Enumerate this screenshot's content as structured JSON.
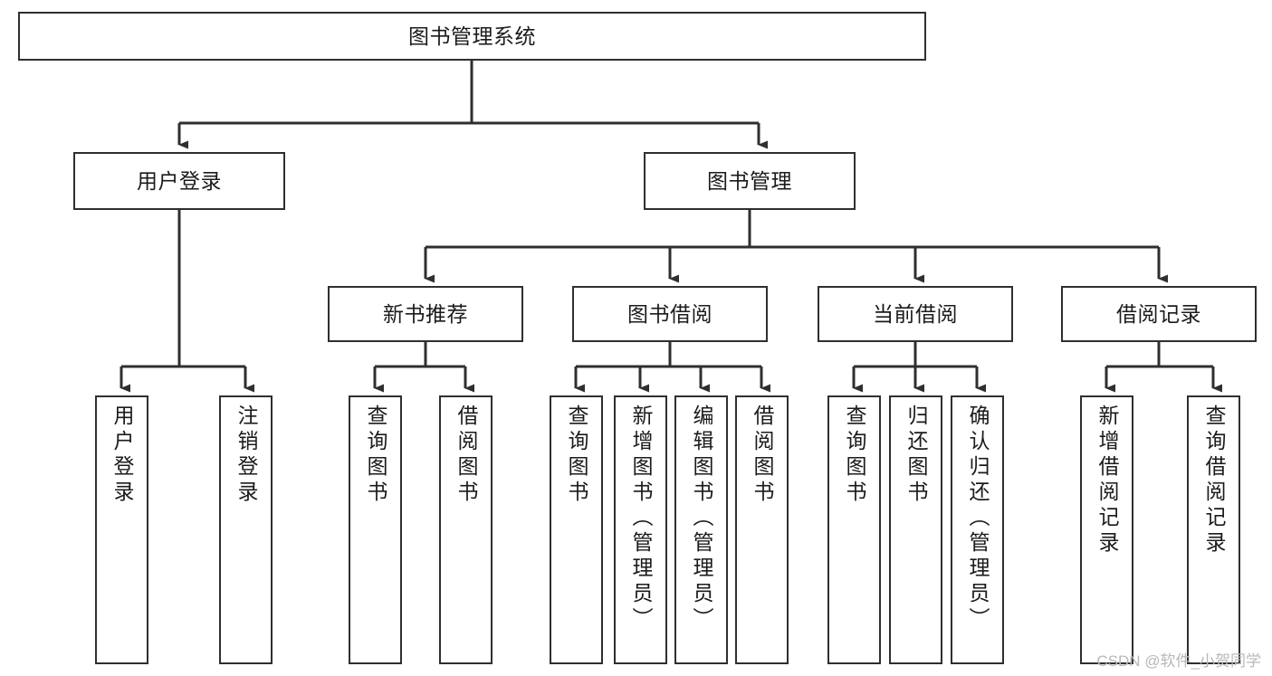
{
  "diagram": {
    "title_node": {
      "id": "root",
      "label": "图书管理系统"
    },
    "level2": [
      {
        "id": "user-login",
        "label": "用户登录"
      },
      {
        "id": "book-manage",
        "label": "图书管理"
      }
    ],
    "level3": [
      {
        "id": "new-book-recommend",
        "label": "新书推荐"
      },
      {
        "id": "book-borrow",
        "label": "图书借阅"
      },
      {
        "id": "current-borrow",
        "label": "当前借阅"
      },
      {
        "id": "borrow-record",
        "label": "借阅记录"
      }
    ],
    "leaves": [
      {
        "id": "leaf-user-login",
        "label": "用户登录",
        "parent": "user-login"
      },
      {
        "id": "leaf-logout-login",
        "label": "注销登录",
        "parent": "user-login"
      },
      {
        "id": "leaf-query-book-1",
        "label": "查询图书",
        "parent": "new-book-recommend"
      },
      {
        "id": "leaf-borrow-book-1",
        "label": "借阅图书",
        "parent": "new-book-recommend"
      },
      {
        "id": "leaf-query-book-2",
        "label": "查询图书",
        "parent": "book-borrow"
      },
      {
        "id": "leaf-add-book-admin",
        "label": "新增图书（管理员）",
        "parent": "book-borrow"
      },
      {
        "id": "leaf-edit-book-admin",
        "label": "编辑图书（管理员）",
        "parent": "book-borrow"
      },
      {
        "id": "leaf-borrow-book-2",
        "label": "借阅图书",
        "parent": "book-borrow"
      },
      {
        "id": "leaf-query-book-3",
        "label": "查询图书",
        "parent": "current-borrow"
      },
      {
        "id": "leaf-return-book",
        "label": "归还图书",
        "parent": "current-borrow"
      },
      {
        "id": "leaf-confirm-return-admin",
        "label": "确认归还（管理员）",
        "parent": "current-borrow"
      },
      {
        "id": "leaf-add-borrow-record",
        "label": "新增借阅记录",
        "parent": "borrow-record"
      },
      {
        "id": "leaf-query-borrow-record",
        "label": "查询借阅记录",
        "parent": "borrow-record"
      }
    ],
    "watermark": "CSDN @软件_小贺同学",
    "colors": {
      "stroke": "#2f2f2f",
      "background": "#ffffff",
      "text": "#1b1b1b",
      "watermark": "#b8b8b8"
    }
  }
}
